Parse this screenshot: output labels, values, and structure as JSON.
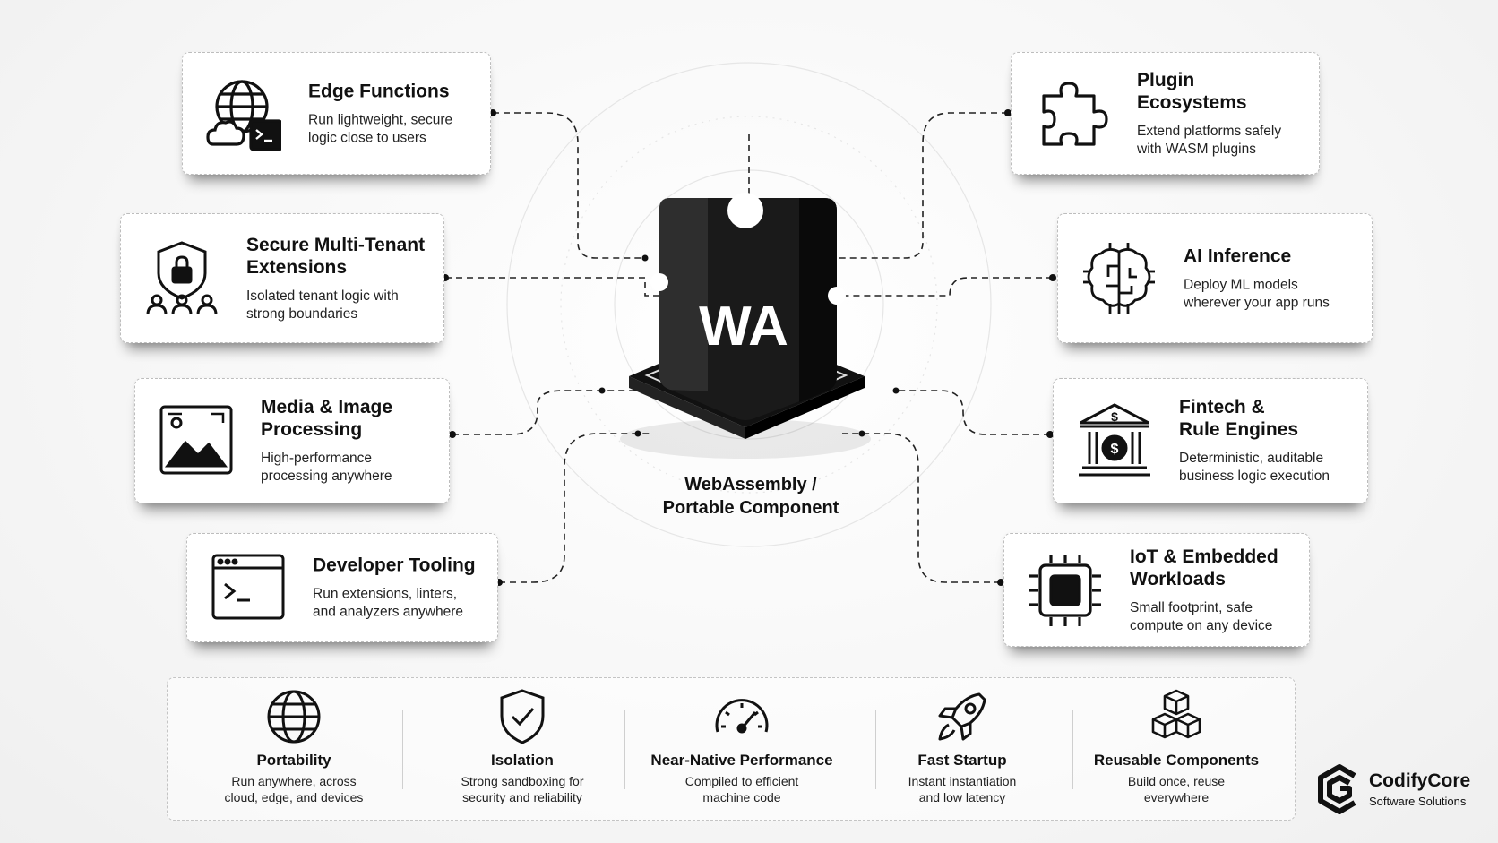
{
  "center": {
    "badge": "WA",
    "label": "WebAssembly /\nPortable Component"
  },
  "cards": {
    "edge": {
      "title": "Edge Functions",
      "desc": "Run lightweight, secure\nlogic close to users",
      "icon": "globe-terminal-icon"
    },
    "tenant": {
      "title": "Secure Multi-Tenant\nExtensions",
      "desc": "Isolated tenant logic with\nstrong boundaries",
      "icon": "shield-users-icon"
    },
    "media": {
      "title": "Media & Image\nProcessing",
      "desc": "High-performance\nprocessing anywhere",
      "icon": "image-icon"
    },
    "devtools": {
      "title": "Developer Tooling",
      "desc": "Run extensions, linters,\nand analyzers anywhere",
      "icon": "terminal-window-icon"
    },
    "plugin": {
      "title": "Plugin Ecosystems",
      "desc": "Extend platforms safely\nwith WASM plugins",
      "icon": "puzzle-icon"
    },
    "ai": {
      "title": "AI Inference",
      "desc": "Deploy ML models\nwherever your app runs",
      "icon": "brain-chip-icon"
    },
    "fintech": {
      "title": "Fintech &\nRule Engines",
      "desc": "Deterministic, auditable\nbusiness logic execution",
      "icon": "bank-icon"
    },
    "iot": {
      "title": "IoT & Embedded\nWorkloads",
      "desc": "Small footprint, safe\ncompute on any device",
      "icon": "chip-icon"
    }
  },
  "features": [
    {
      "title": "Portability",
      "desc": "Run anywhere, across\ncloud, edge, and devices",
      "icon": "globe-icon"
    },
    {
      "title": "Isolation",
      "desc": "Strong sandboxing for\nsecurity and reliability",
      "icon": "shield-check-icon"
    },
    {
      "title": "Near-Native Performance",
      "desc": "Compiled to efficient\nmachine code",
      "icon": "speedometer-icon"
    },
    {
      "title": "Fast Startup",
      "desc": "Instant instantiation\nand low latency",
      "icon": "rocket-icon"
    },
    {
      "title": "Reusable Components",
      "desc": "Build once, reuse\neverywhere",
      "icon": "cubes-icon"
    }
  ],
  "logo": {
    "name": "CodifyCore",
    "tagline": "Software Solutions"
  }
}
